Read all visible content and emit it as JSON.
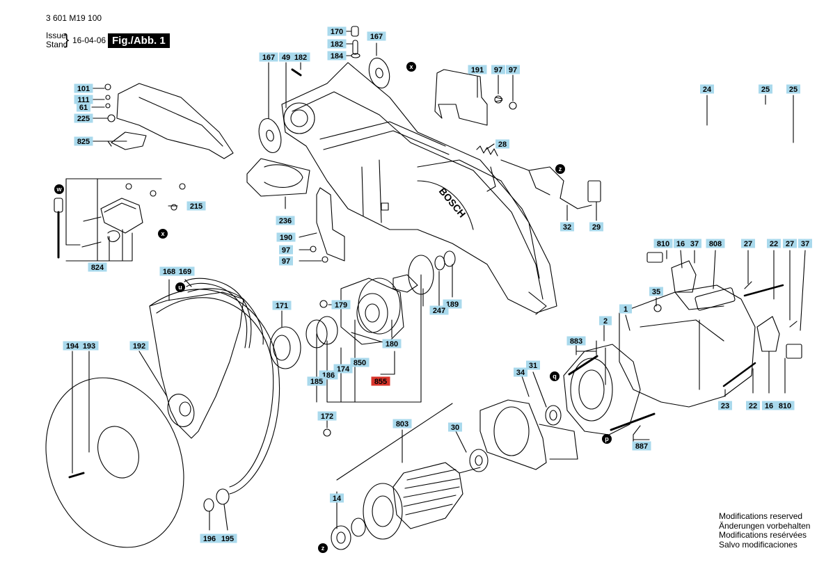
{
  "header": {
    "doc_number": "3 601 M19 100",
    "issue_label": "Issue",
    "stand_label": "Stand",
    "issue_date": "16-04-06",
    "figure_label": "Fig./Abb. 1"
  },
  "modifications": [
    "Modifications reserved",
    "Änderungen vorbehalten",
    "Modifications resérvées",
    "Salvo modificaciones"
  ],
  "brand_text": "BOSCH",
  "colors": {
    "label_bg": "#a9d9ec",
    "highlight_bg": "#d9342b",
    "line": "#000000"
  },
  "part_labels": [
    "170",
    "182",
    "184",
    "167",
    "167",
    "49",
    "182",
    "191",
    "97",
    "97",
    "24",
    "25",
    "25",
    "101",
    "111",
    "61",
    "225",
    "825",
    "28",
    "32",
    "29",
    "215",
    "236",
    "190",
    "97",
    "97",
    "824",
    "168",
    "169",
    "810",
    "16",
    "37",
    "808",
    "27",
    "22",
    "27",
    "37",
    "35",
    "1",
    "179",
    "171",
    "189",
    "247",
    "180",
    "850",
    "174",
    "186",
    "185",
    "855",
    "2",
    "883",
    "34",
    "31",
    "22",
    "16",
    "810",
    "23",
    "194",
    "193",
    "192",
    "172",
    "803",
    "30",
    "887",
    "14",
    "196",
    "195"
  ],
  "highlighted_part": "855",
  "callout_markers": [
    "x",
    "x",
    "z",
    "w",
    "u",
    "q",
    "p",
    "z"
  ]
}
